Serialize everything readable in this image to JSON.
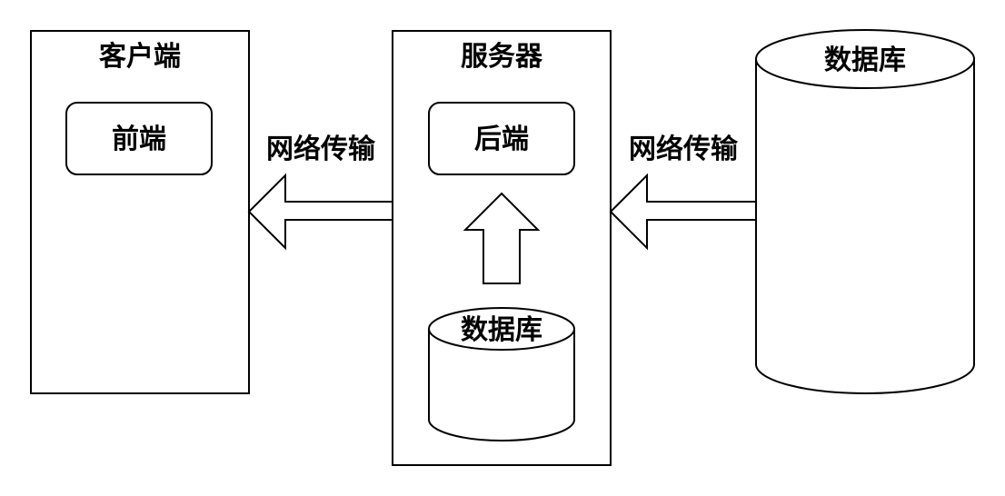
{
  "client": {
    "title": "客户端",
    "frontend_label": "前端"
  },
  "server": {
    "title": "服务器",
    "backend_label": "后端",
    "database_label": "数据库"
  },
  "external_database": {
    "label": "数据库"
  },
  "links": {
    "server_to_client_label": "网络传输",
    "database_to_server_label": "网络传输"
  },
  "colors": {
    "stroke": "#000000",
    "fill": "#ffffff"
  }
}
